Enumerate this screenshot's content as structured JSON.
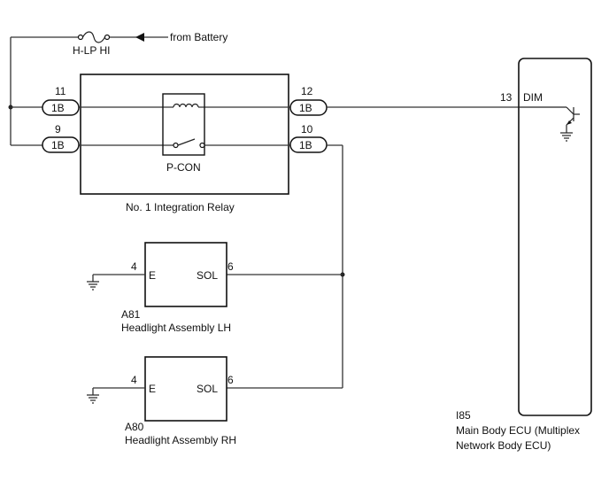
{
  "battery": {
    "source_label": "from Battery",
    "fuse_label": "H-LP HI"
  },
  "relay": {
    "title": "No. 1 Integration Relay",
    "switch_label": "P-CON",
    "pins": {
      "p11": "11",
      "p9": "9",
      "p12": "12",
      "p10": "10"
    },
    "connector_code": "1B"
  },
  "ecu": {
    "code": "I85",
    "name_line1": "Main Body ECU (Multiplex",
    "name_line2": "Network Body ECU)",
    "pin_number": "13",
    "pin_name": "DIM"
  },
  "headlight_lh": {
    "code": "A81",
    "name": "Headlight Assembly LH",
    "pin_e_number": "4",
    "pin_e_name": "E",
    "pin_sol_number": "6",
    "pin_sol_name": "SOL"
  },
  "headlight_rh": {
    "code": "A80",
    "name": "Headlight Assembly RH",
    "pin_e_number": "4",
    "pin_e_name": "E",
    "pin_sol_number": "6",
    "pin_sol_name": "SOL"
  }
}
